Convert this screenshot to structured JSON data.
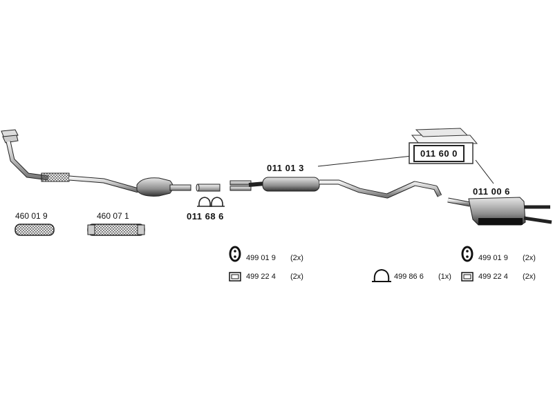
{
  "parts": {
    "front_pipe_gasket_1": "460 01 9",
    "front_pipe_gasket_2": "460 07 1",
    "clamp_kit": "011 68 6",
    "middle_silencer": "011 01 3",
    "mounting_kit": "011 60 0",
    "rear_silencer": "011 00 6"
  },
  "hardware": {
    "mid_rubber_mount": {
      "part": "499 01 9",
      "qty": "(2x)"
    },
    "mid_bracket": {
      "part": "499 22 4",
      "qty": "(2x)"
    },
    "rear_ring": {
      "part": "499 86 6",
      "qty": "(1x)"
    },
    "rear_rubber_mount": {
      "part": "499 01 9",
      "qty": "(2x)"
    },
    "rear_bracket": {
      "part": "499 22 4",
      "qty": "(2x)"
    }
  },
  "icons": {
    "rubber_mount": "rubber-mount-icon",
    "bracket": "bracket-icon",
    "ring": "ring-hanger-icon",
    "box": "parts-box-icon"
  }
}
